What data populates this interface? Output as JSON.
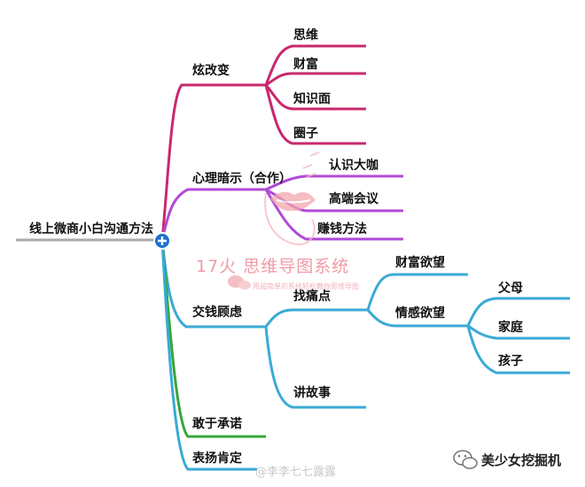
{
  "root": {
    "label": "线上微商小白沟通方法"
  },
  "branches": {
    "change": {
      "label": "炫改变",
      "children": [
        "思维",
        "财富",
        "知识面",
        "圈子"
      ]
    },
    "hint": {
      "label": "心理暗示（合作）",
      "children": [
        "认识大咖",
        "高端会议",
        "赚钱方法"
      ]
    },
    "payment": {
      "label": "交钱顾虑",
      "pain": {
        "label": "找痛点",
        "wealth": "财富欲望",
        "emotion": {
          "label": "情感欲望",
          "children": [
            "父母",
            "家庭",
            "孩子"
          ]
        }
      },
      "story": "讲故事"
    },
    "promise": {
      "label": "敢于承诺"
    },
    "praise": {
      "label": "表扬肯定"
    }
  },
  "watermark": {
    "title": "17火 思维导图系统",
    "subtitle": "用超简单的系统轻松教你思维导图"
  },
  "credit": {
    "text": "美少女挖掘机"
  },
  "footer_faint": {
    "text": "@李李七七露露"
  },
  "colors": {
    "magenta": "#c8286e",
    "purple": "#b04ad6",
    "cyan": "#3aaad6",
    "green": "#35a63a",
    "root_line": "#aaaaaa",
    "node_blue": "#1f6fd1"
  }
}
